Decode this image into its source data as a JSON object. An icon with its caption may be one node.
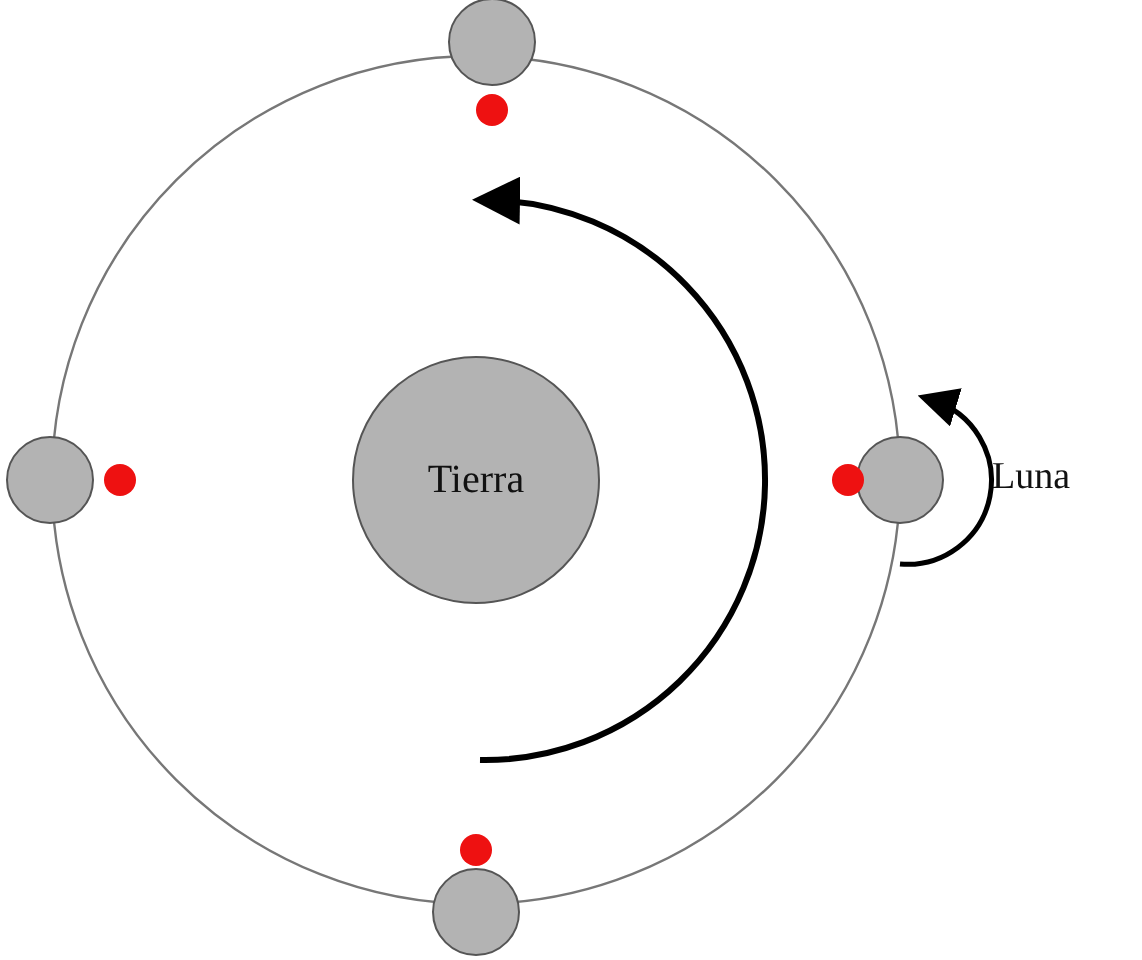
{
  "diagram": {
    "nodes": [
      {
        "text": [],
        "shape": "circle"
      },
      {
        "text": [],
        "shape": "circle"
      },
      {
        "text": [
          "Tierra"
        ]
      },
      {
        "text": [],
        "shape": "circle",
        "beside": [
          "Luna"
        ]
      },
      {
        "text": [],
        "shape": "circle"
      }
    ]
  }
}
